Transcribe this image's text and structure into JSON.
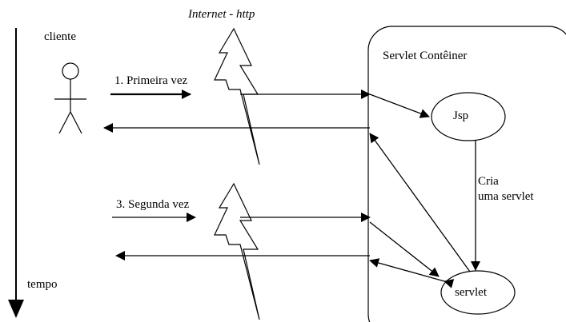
{
  "labels": {
    "internet": "Internet - http",
    "cliente": "cliente",
    "container": "Servlet Contêiner",
    "primeira": "1. Primeira vez",
    "segunda": "3. Segunda vez",
    "jsp": "Jsp",
    "cria_line1": "Cria",
    "cria_line2": "uma servlet",
    "servlet": "servlet",
    "tempo": "tempo"
  }
}
